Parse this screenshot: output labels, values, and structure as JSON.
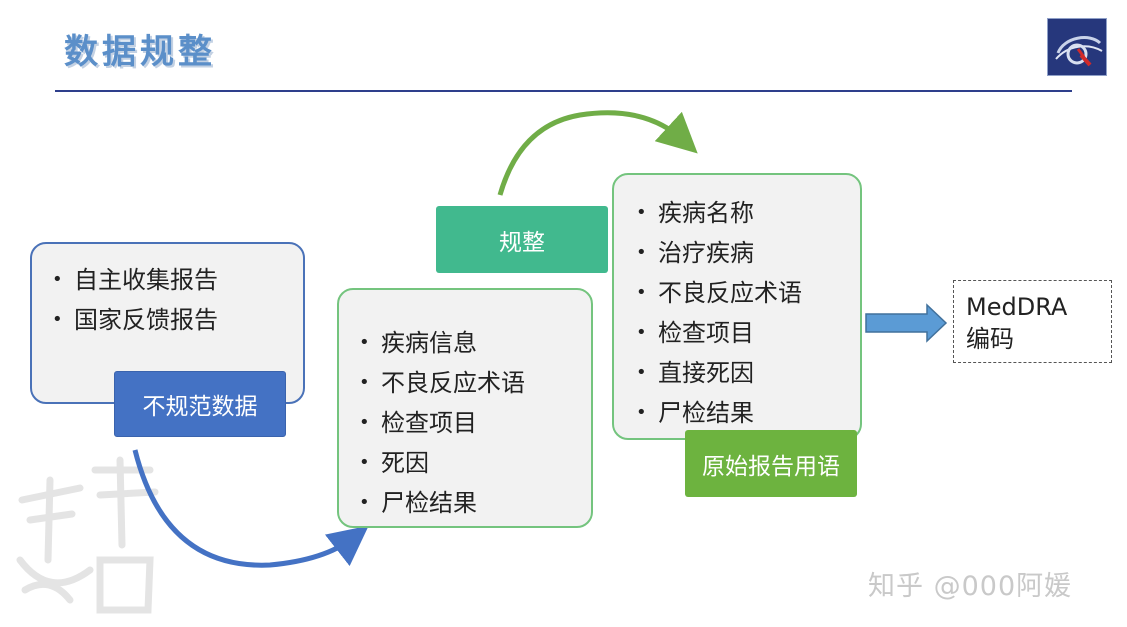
{
  "slide": {
    "title": "数据规整"
  },
  "box_nonstandard": {
    "items": [
      "自主收集报告",
      "国家反馈报告"
    ],
    "label": "不规范数据"
  },
  "box_middle": {
    "items": [
      "疾病信息",
      "不良反应术语",
      "检查项目",
      "死因",
      "尸检结果"
    ]
  },
  "box_original": {
    "items": [
      "疾病名称",
      "治疗疾病",
      "不良反应术语",
      "检查项目",
      "直接死因",
      "尸检结果"
    ],
    "label": "原始报告用语"
  },
  "arrow_label": "规整",
  "target": {
    "line1": "MedDRA",
    "line2": "编码"
  },
  "watermark": "知乎 @000阿媛",
  "colors": {
    "title": "#5b8fc9",
    "blue": "#4472c4",
    "teal": "#41b98e",
    "green": "#6db33f",
    "green_arrow": "#70ad47"
  }
}
